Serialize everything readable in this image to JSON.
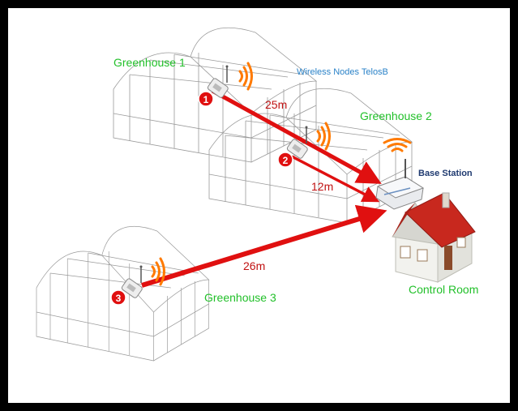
{
  "labels": {
    "greenhouse1": "Greenhouse 1",
    "greenhouse2": "Greenhouse 2",
    "greenhouse3": "Greenhouse 3",
    "wireless_nodes": "Wireless Nodes TelosB",
    "base_station": "Base Station",
    "control_room": "Control Room"
  },
  "links": [
    {
      "from": "1",
      "distance": "25m"
    },
    {
      "from": "2",
      "distance": "12m"
    },
    {
      "from": "3",
      "distance": "26m"
    }
  ],
  "nodes": [
    "1",
    "2",
    "3"
  ],
  "colors": {
    "greenhouse_text": "#22c02a",
    "link_red": "#e01010",
    "signal_orange": "#ff7a00",
    "roof_red": "#c8281e",
    "label_blue": "#2a82c8"
  }
}
